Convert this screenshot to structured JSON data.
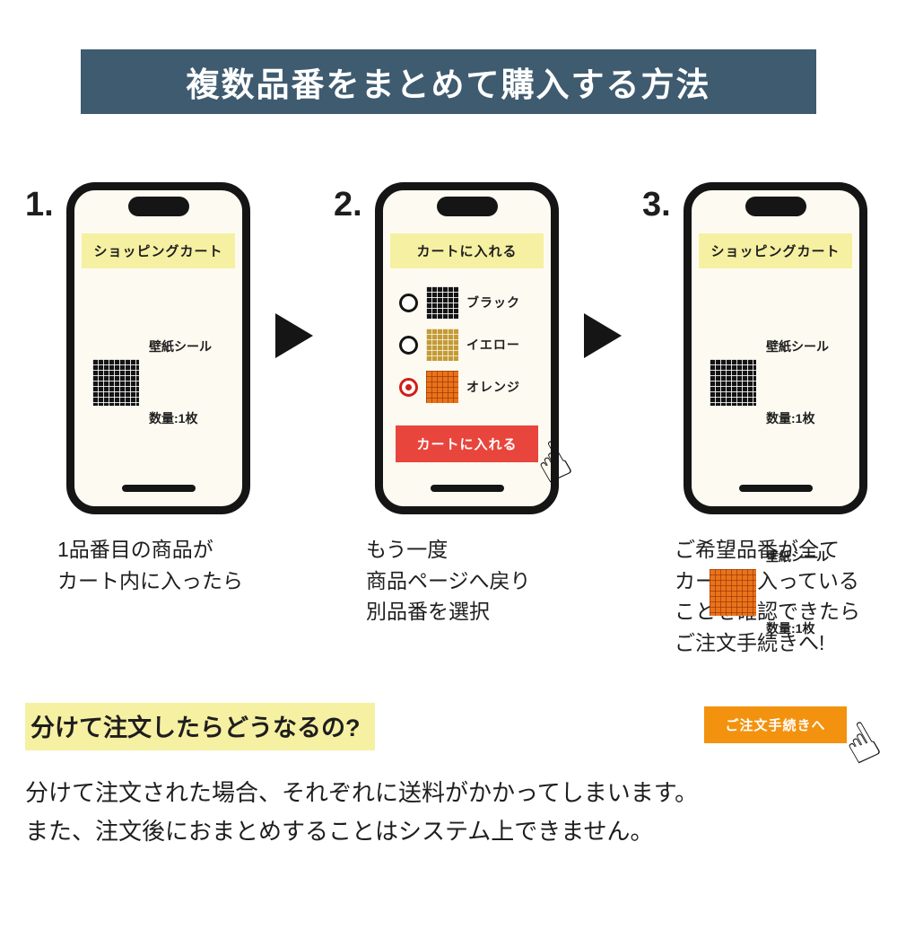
{
  "colors": {
    "header_bg": "#3e5b70",
    "banner_yellow": "#f6f0a2",
    "screen_bg": "#fdfbf1",
    "red_button": "#e8453c",
    "orange_button": "#f3920f",
    "highlight_yellow": "#f6f0a2"
  },
  "header": {
    "title": "複数品番をまとめて購入する方法"
  },
  "steps": [
    {
      "number": "1.",
      "caption": "1品番目の商品が\nカート内に入ったら",
      "phone": {
        "banner": "ショッピングカート",
        "items": [
          {
            "swatch": "black-grid-swatch",
            "name": "壁紙シール",
            "quantity": "数量:1枚"
          }
        ]
      }
    },
    {
      "number": "2.",
      "caption": "もう一度\n商品ページへ戻り\n別品番を選択",
      "phone": {
        "banner": "カートに入れる",
        "options": [
          {
            "swatch": "black-grid-swatch",
            "label": "ブラック",
            "selected": false
          },
          {
            "swatch": "yellow-grid-swatch",
            "label": "イエロー",
            "selected": false
          },
          {
            "swatch": "orange-grid-swatch",
            "label": "オレンジ",
            "selected": true
          }
        ],
        "button_label": "カートに入れる",
        "cursor_icon": "hand-pointer-icon",
        "cursor_glyph": "☝"
      }
    },
    {
      "number": "3.",
      "caption": "ご希望品番が全て\nカートに入っている\nことを確認できたら\nご注文手続きへ!",
      "phone": {
        "banner": "ショッピングカート",
        "items": [
          {
            "swatch": "black-grid-swatch",
            "name": "壁紙シール",
            "quantity": "数量:1枚"
          },
          {
            "swatch": "orange-grid-swatch",
            "name": "壁紙シール",
            "quantity": "数量:1枚"
          }
        ],
        "button_label": "ご注文手続きへ",
        "cursor_icon": "hand-pointer-icon",
        "cursor_glyph": "☝"
      }
    }
  ],
  "footer": {
    "question": "分けて注文したらどうなるの?",
    "body": "分けて注文された場合、それぞれに送料がかかってしまいます。\nまた、注文後におまとめすることはシステム上できません。"
  }
}
